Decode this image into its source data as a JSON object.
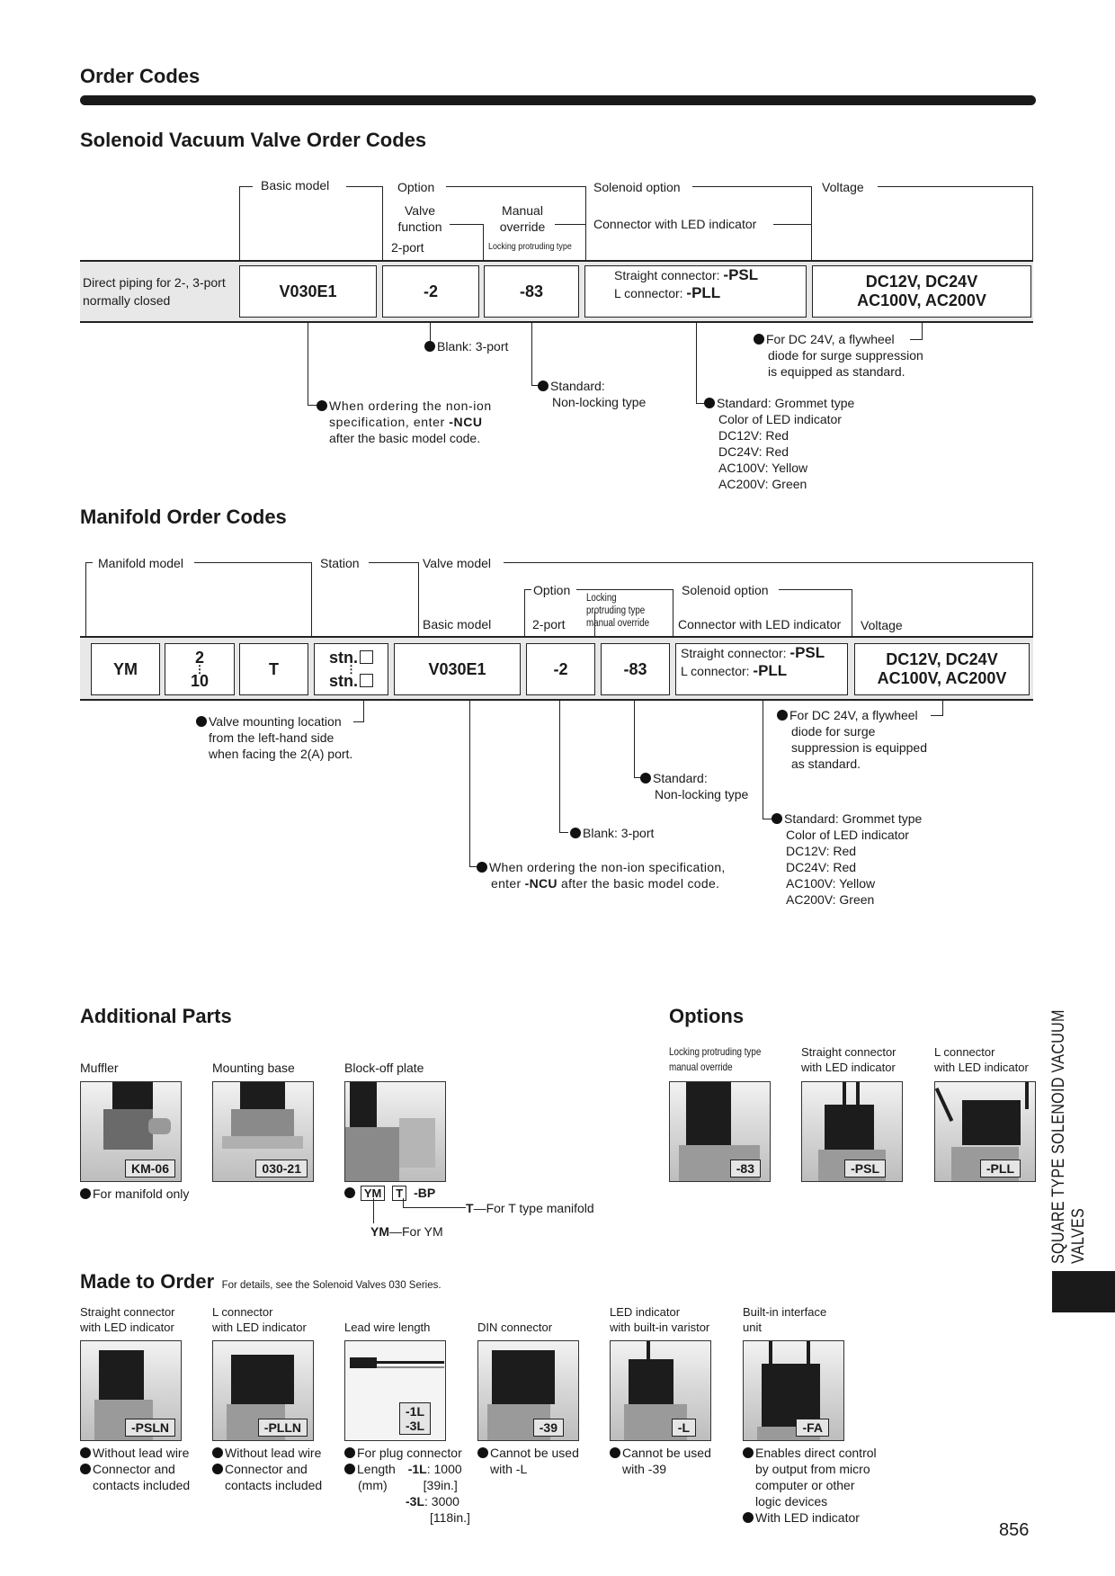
{
  "page": {
    "section_title": "Order Codes",
    "side_label": "SQUARE TYPE SOLENOID VACUUM VALVES",
    "page_number": "856"
  },
  "valve": {
    "heading": "Solenoid Vacuum Valve Order Codes",
    "hdr_basic_model": "Basic model",
    "hdr_option": "Option",
    "hdr_valve_function": "Valve function",
    "hdr_manual_override": "Manual override",
    "hdr_2port": "2-port",
    "hdr_locking": "Locking protruding type",
    "hdr_solenoid_option": "Solenoid option",
    "hdr_connector_led": "Connector with LED indicator",
    "hdr_voltage": "Voltage",
    "row_label": "Direct piping for 2-, 3-port normally closed",
    "code_model": "V030E1",
    "code_function": "-2",
    "code_override": "-83",
    "conn_straight_label": "Straight connector:",
    "conn_straight_code": "-PSL",
    "conn_l_label": "L connector:",
    "conn_l_code": "-PLL",
    "voltage_line1": "DC12V, DC24V",
    "voltage_line2": "AC100V, AC200V",
    "note_blank": "Blank: 3-port",
    "note_ncu_1": "When ordering the non-ion",
    "note_ncu_2": "specification, enter",
    "note_ncu_code": "-NCU",
    "note_ncu_3": "after the basic model code.",
    "note_std_1": "Standard:",
    "note_std_2": "Non-locking type",
    "note_diode_1": "For DC 24V, a flywheel",
    "note_diode_2": "diode for surge suppression",
    "note_diode_3": "is equipped as standard.",
    "note_led": [
      "Standard: Grommet type",
      "Color of LED indicator",
      "DC12V: Red",
      "DC24V: Red",
      "AC100V: Yellow",
      "AC200V: Green"
    ]
  },
  "manifold": {
    "heading": "Manifold Order Codes",
    "hdr_manifold_model": "Manifold model",
    "hdr_station": "Station",
    "hdr_valve_model": "Valve model",
    "hdr_option": "Option",
    "hdr_locking_1": "Locking",
    "hdr_locking_2": "protruding type",
    "hdr_locking_3": "manual override",
    "hdr_solenoid_option": "Solenoid option",
    "hdr_basic_model": "Basic model",
    "hdr_2port": "2-port",
    "hdr_connector_led": "Connector with LED indicator",
    "hdr_voltage": "Voltage",
    "code_ym": "YM",
    "code_station_top": "2",
    "code_station_bottom": "10",
    "code_t": "T",
    "code_stn": "stn.",
    "code_model": "V030E1",
    "code_function": "-2",
    "code_override": "-83",
    "conn_straight_label": "Straight connector:",
    "conn_straight_code": "-PSL",
    "conn_l_label": "L connector:",
    "conn_l_code": "-PLL",
    "voltage_line1": "DC12V, DC24V",
    "voltage_line2": "AC100V, AC200V",
    "note_mount": [
      "Valve mounting location",
      "from the left-hand side",
      "when facing the 2(A) port."
    ],
    "note_std_1": "Standard:",
    "note_std_2": "Non-locking type",
    "note_blank": "Blank: 3-port",
    "note_ncu_1": "When ordering the non-ion specification,",
    "note_ncu_2a": "enter",
    "note_ncu_code": "-NCU",
    "note_ncu_2b": "after the basic model code.",
    "note_diode": [
      "For DC 24V, a flywheel",
      "diode for surge",
      "suppression is equipped",
      "as standard."
    ],
    "note_led": [
      "Standard: Grommet type",
      "Color of LED indicator",
      "DC12V: Red",
      "DC24V: Red",
      "AC100V: Yellow",
      "AC200V: Green"
    ]
  },
  "additional": {
    "heading": "Additional Parts",
    "muffler_label": "Muffler",
    "muffler_code": "KM-06",
    "muffler_note": "For manifold only",
    "base_label": "Mounting base",
    "base_code": "030-21",
    "plate_label": "Block-off plate",
    "plate_ym": "YM",
    "plate_t": "T",
    "plate_bp": "-BP",
    "plate_t_note_code": "T",
    "plate_t_note": "—For T type manifold",
    "plate_ym_note_code": "YM",
    "plate_ym_note": "—For YM"
  },
  "options": {
    "heading": "Options",
    "items": [
      {
        "label1": "Locking protruding type",
        "label2": "manual override",
        "code": "-83"
      },
      {
        "label1": "Straight connector",
        "label2": "with LED indicator",
        "code": "-PSL"
      },
      {
        "label1": "L connector",
        "label2": "with LED indicator",
        "code": "-PLL"
      }
    ]
  },
  "mto": {
    "heading": "Made to Order",
    "subnote": "For details, see the Solenoid Valves 030 Series.",
    "items": [
      {
        "label1": "Straight connector",
        "label2": "with LED indicator",
        "code": "-PSLN",
        "notes": [
          "Without lead wire",
          "Connector and",
          "contacts included"
        ]
      },
      {
        "label1": "L connector",
        "label2": "with LED indicator",
        "code": "-PLLN",
        "notes": [
          "Without lead wire",
          "Connector and",
          "contacts included"
        ]
      },
      {
        "label1": "",
        "label2": "Lead wire length",
        "code1": "-1L",
        "code2": "-3L",
        "notes": [
          "For plug connector",
          "Length",
          "(mm)",
          "-1L",
          ": 1000",
          "[39in.]",
          "-3L",
          ": 3000",
          "[118in.]"
        ]
      },
      {
        "label1": "",
        "label2": "DIN connector",
        "code": "-39",
        "notes": [
          "Cannot be used",
          "with -L"
        ]
      },
      {
        "label1": "LED indicator",
        "label2": "with built-in varistor",
        "code": "-L",
        "notes": [
          "Cannot be used",
          "with -39"
        ]
      },
      {
        "label1": "Built-in interface",
        "label2": "unit",
        "code": "-FA",
        "notes": [
          "Enables direct control",
          "by output from micro",
          "computer or other",
          "logic devices",
          "With LED indicator"
        ]
      }
    ]
  }
}
